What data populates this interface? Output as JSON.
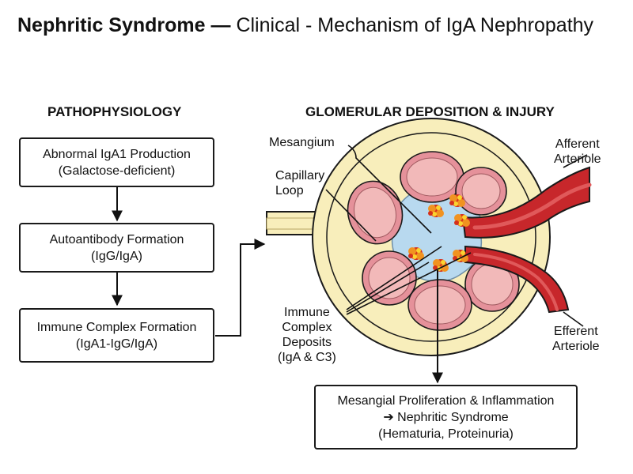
{
  "title": {
    "bold": "Nephritic Syndrome —",
    "regular": " Clinical - Mechanism of IgA Nephropathy"
  },
  "left_section": {
    "heading": "PATHOPHYSIOLOGY",
    "steps": [
      {
        "line1": "Abnormal IgA1 Production",
        "line2": "(Galactose-deficient)"
      },
      {
        "line1": "Autoantibody Formation",
        "line2": "(IgG/IgA)"
      },
      {
        "line1": "Immune Complex Formation",
        "line2": "(IgA1-IgG/IgA)"
      }
    ]
  },
  "right_section": {
    "heading": "GLOMERULAR DEPOSITION & INJURY",
    "labels": {
      "mesangium": "Mesangium",
      "capillary_loop": [
        "Capillary",
        "Loop"
      ],
      "afferent": [
        "Afferent",
        "Arteriole"
      ],
      "efferent": [
        "Efferent",
        "Arteriole"
      ],
      "deposits": [
        "Immune",
        "Complex",
        "Deposits",
        "(IgA & C3)"
      ]
    },
    "outcome": {
      "line1": "Mesangial Proliferation & Inflammation",
      "line2": "➔ Nephritic Syndrome",
      "line3": "(Hematuria, Proteinuria)"
    }
  },
  "colors": {
    "capsule_fill": "#f8eebb",
    "mesangium_fill": "#b8d9ef",
    "capillary_outer": "#e5919a",
    "capillary_inner": "#f2b9b9",
    "arteriole": "#c7272b",
    "deposit_red": "#d5301c",
    "deposit_orange": "#f19321",
    "deposit_yellow": "#fbd32f"
  }
}
